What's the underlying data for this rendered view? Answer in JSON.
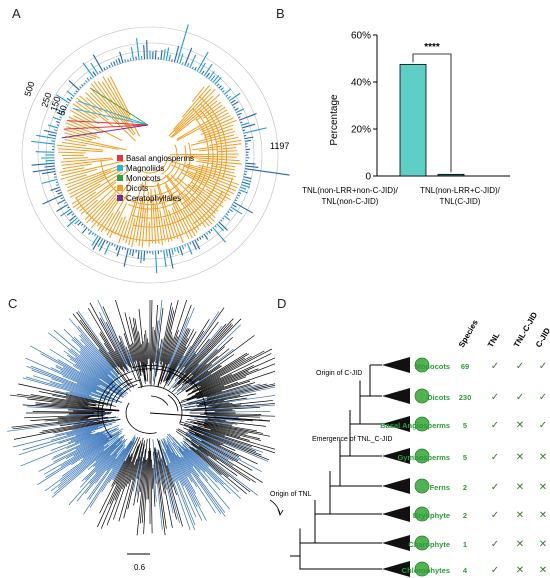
{
  "panels": {
    "a": "A",
    "b": "B",
    "c": "C",
    "d": "D"
  },
  "panel_a": {
    "ring_labels": [
      "500",
      "250",
      "150",
      "50"
    ],
    "max_label": "1197",
    "legend": [
      {
        "label": "Basal angiosperms",
        "color": "#e8323c"
      },
      {
        "label": "Magnoliids",
        "color": "#29b7d8"
      },
      {
        "label": "Monocots",
        "color": "#2ea24a"
      },
      {
        "label": "Dicots",
        "color": "#f39c1f"
      },
      {
        "label": "Ceratophyllales",
        "color": "#7b2f8c"
      }
    ]
  },
  "chart_data": {
    "type": "bar",
    "categories": [
      "TNL(non-LRR+non-C-JID)/\nTNL(non-C-JID)",
      "TNL(non-LRR+C-JID)/\nTNL(C-JID)"
    ],
    "values": [
      47.5,
      0.7
    ],
    "ylabel": "Percentage",
    "ylim": [
      0,
      60
    ],
    "yticks": [
      "0",
      "20%",
      "40%",
      "60%"
    ],
    "significance": "****",
    "bar_colors": [
      "#5ecfc7",
      "#1f7f79"
    ]
  },
  "panel_c": {
    "scale_label": "0.6"
  },
  "panel_d": {
    "headers": [
      "Species",
      "TNL",
      "TNL-C-JID",
      "C-JID"
    ],
    "rows": [
      {
        "group": "Monocots",
        "species": "69",
        "tnl": "✓",
        "tnl_cjid": "✓",
        "cjid": "✓"
      },
      {
        "group": "Dicots",
        "species": "230",
        "tnl": "✓",
        "tnl_cjid": "✓",
        "cjid": "✓"
      },
      {
        "group": "Basal Angiosperms",
        "species": "5",
        "tnl": "✓",
        "tnl_cjid": "✕",
        "cjid": "✓"
      },
      {
        "group": "Gymnosperms",
        "species": "5",
        "tnl": "✓",
        "tnl_cjid": "✕",
        "cjid": "✕"
      },
      {
        "group": "Ferns",
        "species": "2",
        "tnl": "✓",
        "tnl_cjid": "✕",
        "cjid": "✕"
      },
      {
        "group": "Bryophyte",
        "species": "2",
        "tnl": "✓",
        "tnl_cjid": "✕",
        "cjid": "✕"
      },
      {
        "group": "Charophyte",
        "species": "1",
        "tnl": "✓",
        "tnl_cjid": "✕",
        "cjid": "✕"
      },
      {
        "group": "Chlorophytes",
        "species": "4",
        "tnl": "✓",
        "tnl_cjid": "✕",
        "cjid": "✕"
      }
    ],
    "annotations": [
      "Origin of C-JID",
      "Emergence of TNL_C-JID",
      "Origin of TNL"
    ],
    "colors": {
      "green_text": "#2e9a3a",
      "mark": "#3a7a2a"
    }
  }
}
